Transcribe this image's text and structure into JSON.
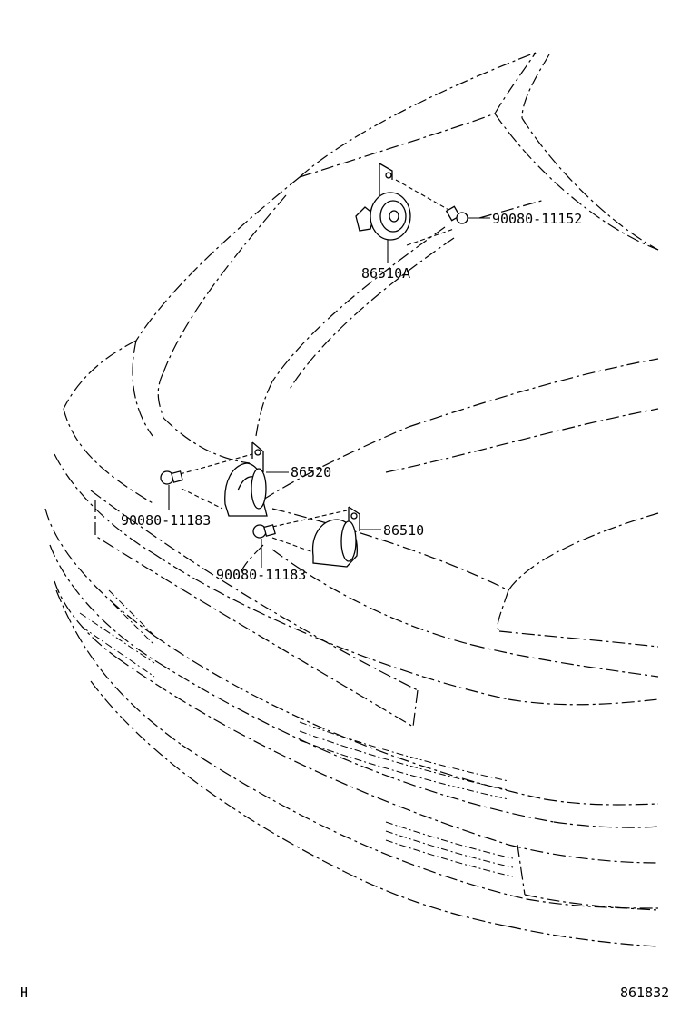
{
  "labels": {
    "horn_upper": "86510A",
    "bolt_upper": "90080-11152",
    "horn_low_tone": "86520",
    "horn_high_tone": "86510",
    "bolt_left": "90080-11183",
    "bolt_center": "90080-11183"
  },
  "footer": {
    "left_code": "H",
    "diagram_number": "861832"
  }
}
